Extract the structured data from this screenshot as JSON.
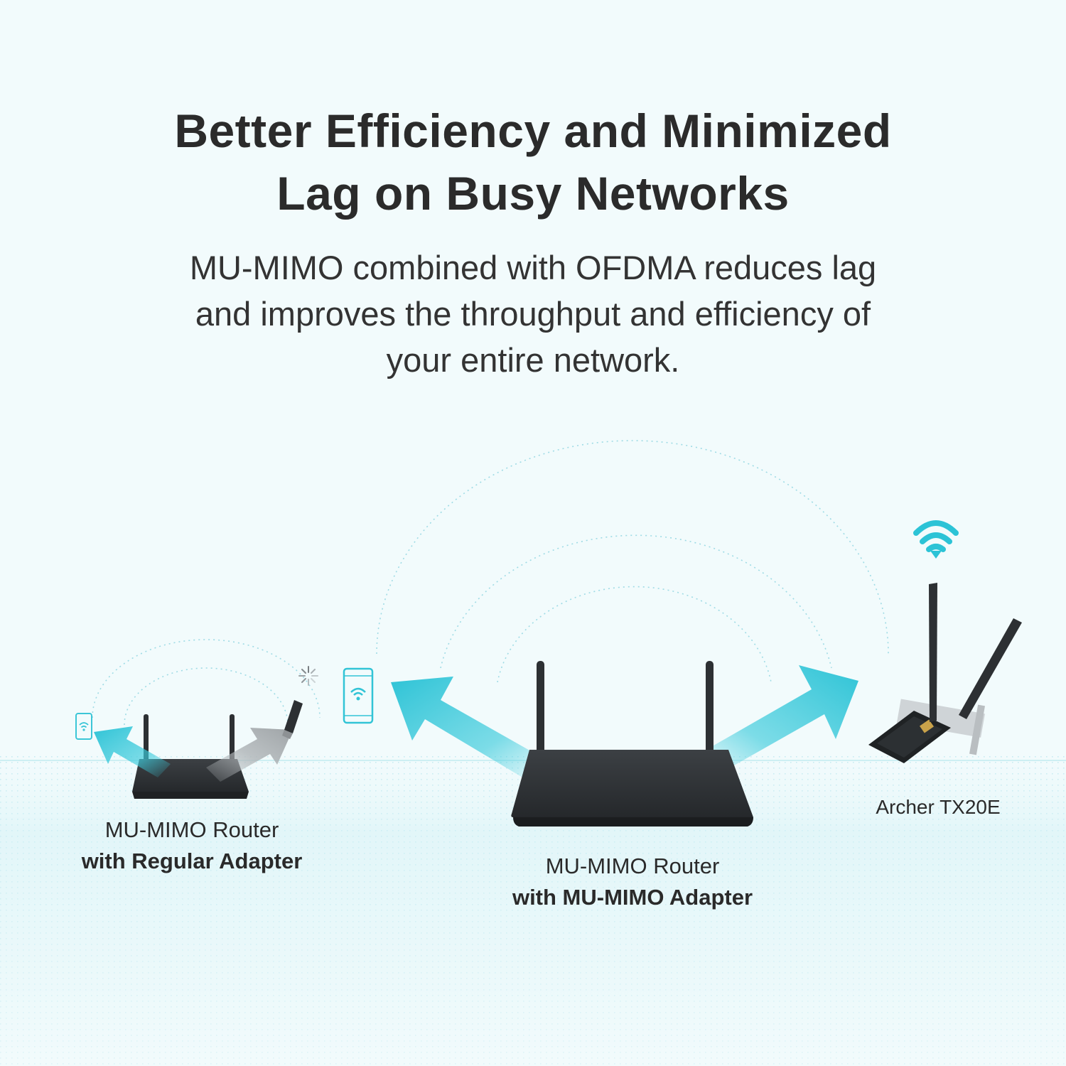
{
  "headline": {
    "line1": "Better Efficiency and Minimized",
    "line2": "Lag on Busy Networks"
  },
  "subtext": {
    "line1": "MU-MIMO combined with OFDMA reduces lag",
    "line2": "and improves the throughput and efficiency of",
    "line3": "your entire network."
  },
  "captions": {
    "left": {
      "line1": "MU-MIMO Router",
      "line2": "with Regular Adapter"
    },
    "center": {
      "line1": "MU-MIMO Router",
      "line2": "with MU-MIMO Adapter"
    },
    "right": {
      "line1": "Archer TX20E"
    }
  },
  "colors": {
    "background": "#f2fbfc",
    "accent_cyan": "#2fc6d9",
    "router_body": "#2d3033",
    "arrow_gray": "#9ea3a6",
    "text": "#2b2b2b"
  },
  "icons": [
    "wifi-signal-icon",
    "smartphone-wifi-icon",
    "loading-spinner-icon"
  ]
}
